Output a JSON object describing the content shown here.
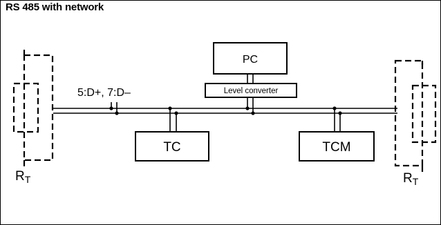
{
  "title": "RS 485 with network",
  "labels": {
    "wire_note": "5:D+, 7:D–",
    "pc": "PC",
    "level_converter": "Level converter",
    "tc": "TC",
    "tcm": "TCM",
    "rt_left_main": "R",
    "rt_left_sub": "T",
    "rt_right_main": "R",
    "rt_right_sub": "T"
  }
}
